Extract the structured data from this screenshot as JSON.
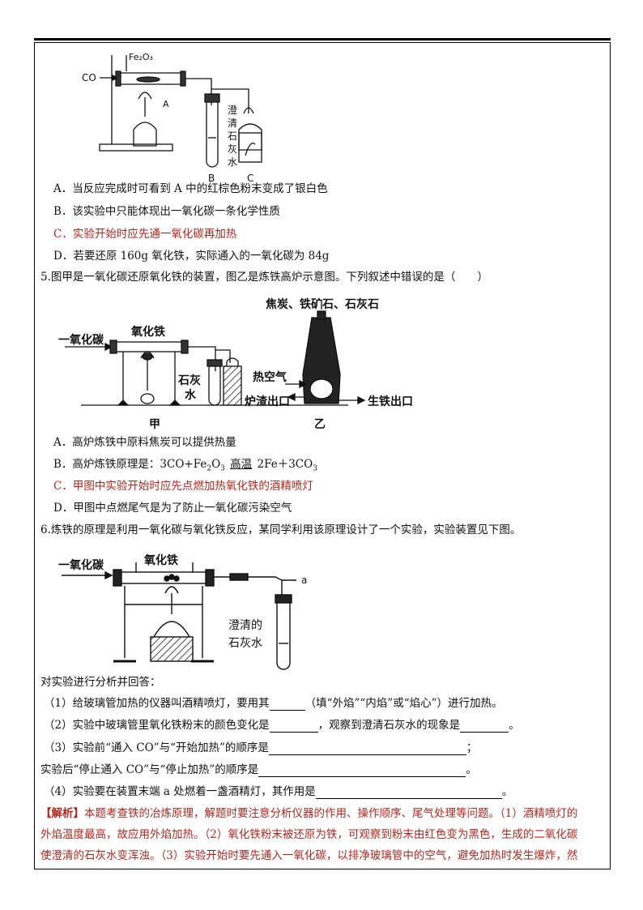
{
  "fig1": {
    "co_label": "CO",
    "fe2o3_label": "Fe₂O₃",
    "a_label": "A",
    "b_label": "B",
    "c_label": "C",
    "lime_chars": [
      "澄",
      "清",
      "石",
      "灰",
      "水"
    ]
  },
  "q4_options": [
    "A．当反应完成时可看到 A 中的红棕色粉末变成了银白色",
    "B．该实验中只能体现出一氧化碳一条化学性质",
    "C．实验开始时应先通一氧化碳再加热",
    "D．若要还原 160g 氧化铁，实际通入的一氧化碳为 84g"
  ],
  "q5": {
    "stem": "5.图甲是一氧化碳还原氧化铁的装置，图乙是炼铁高炉示意图。下列叙述中错误的是（　　）",
    "fig_co": "一氧化碳",
    "fig_fe2o3": "氧化铁",
    "fig_lime1": "石灰",
    "fig_lime2": "水",
    "fig_jia": "甲",
    "fig_top": "焦炭、铁矿石、石灰石",
    "fig_hot_air": "热空气",
    "fig_slag": "炉渣出口",
    "fig_iron": "生铁出口",
    "fig_yi": "乙",
    "option_a": "A．高炉炼铁中原料焦炭可以提供热量",
    "option_b_pre": "B．高炉炼铁原理是：3CO+Fe",
    "option_b_sub1": "2",
    "option_b_mid": "O",
    "option_b_sub2": "3",
    "option_b_cond": "高温",
    "option_b_post": "2Fe＋3CO",
    "option_b_sub3": "3",
    "option_c": "C．甲图中实验开始时应先点燃加热氧化铁的酒精喷灯",
    "option_d": "D．甲图中点燃尾气是为了防止一氧化碳污染空气"
  },
  "q6": {
    "stem": "6.炼铁的原理是利用一氧化碳与氧化铁反应，某同学利用该原理设计了一个实验，实验装置见下图。",
    "fig_co": "一氧化碳",
    "fig_fe2o3": "氧化铁",
    "fig_a": "a",
    "fig_lime1": "澄清的",
    "fig_lime2": "石灰水",
    "intro": "对实验进行分析并回答：",
    "s1_pre": "（1）给玻璃管加热的仪器叫酒精喷灯，要用其",
    "s1_post": "（填“外焰”“内焰”或“焰心”）进行加热。",
    "s2_pre": "（2）实验中玻璃管里氧化铁粉末的颜色变化是",
    "s2_mid": "，观察到澄清石灰水的现象是",
    "s2_end": "。",
    "s3_pre": "（3）实验前“通入 CO”与“开始加热”的顺序是",
    "s3_end": "；",
    "s3b_pre": "实验后“停止通入 CO”与“停止加热”的顺序是",
    "s3b_end": "。",
    "s4_pre": "（4）实验要在装置末端 a 处燃着一盏酒精灯，其作用是",
    "s4_end": "。"
  },
  "explanation": {
    "tag": "【解析】",
    "line1": "本题考查铁的冶炼原理，解题时要注意分析仪器的作用、操作顺序、尾气处理等问题。（1）酒精喷灯的",
    "line2": "外焰温度最高，故应用外焰加热。（2）氧化铁粉末被还原为铁，可观察到粉末由红色变为黑色，生成的二氧化碳",
    "line3": "使澄清的石灰水变浑浊。（3）实验开始时要先通入一氧化碳，以排净玻璃管中的空气，避免加热时发生爆炸，然"
  },
  "colors": {
    "answer_red": "#b3261e"
  }
}
